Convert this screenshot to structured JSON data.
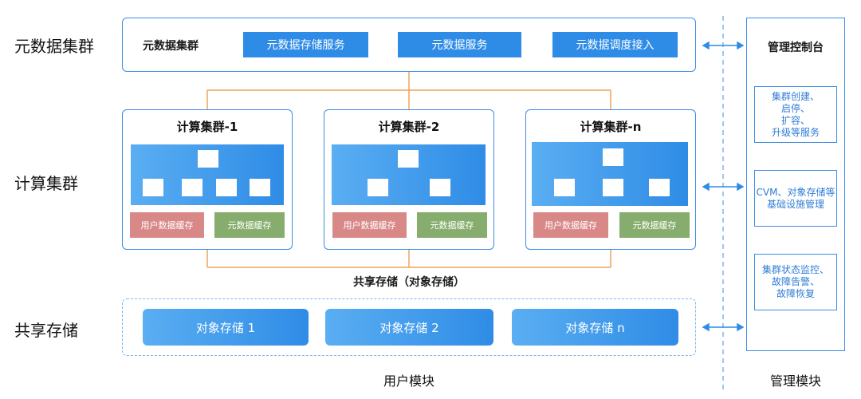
{
  "row_labels": {
    "metadata": "元数据集群",
    "compute": "计算集群",
    "shared": "共享存储"
  },
  "metadata_cluster": {
    "title": "元数据集群",
    "services": [
      "元数据存储服务",
      "元数据服务",
      "元数据调度接入"
    ]
  },
  "compute_clusters": [
    {
      "title": "计算集群-1",
      "user_cache": "用户数据缓存",
      "meta_cache": "元数据缓存"
    },
    {
      "title": "计算集群-2",
      "user_cache": "用户数据缓存",
      "meta_cache": "元数据缓存"
    },
    {
      "title": "计算集群-n",
      "user_cache": "用户数据缓存",
      "meta_cache": "元数据缓存"
    }
  ],
  "shared_storage": {
    "caption": "共享存储（对象存储）",
    "items": [
      "对象存储 1",
      "对象存储 2",
      "对象存储 n"
    ]
  },
  "management": {
    "title": "管理控制台",
    "items": [
      [
        "集群创建、",
        "启停、",
        "扩容、",
        "升级等服务"
      ],
      [
        "CVM、对象存储等",
        "基础设施管理"
      ],
      [
        "集群状态监控、",
        "故障告警、",
        "故障恢复"
      ]
    ]
  },
  "bottom_labels": {
    "user_module": "用户模块",
    "mgmt_module": "管理模块"
  },
  "colors": {
    "blue": "#2f8ce6",
    "outline": "#3b8de3",
    "connector": "#f0a35a",
    "cache_red": "#d98888",
    "cache_green": "#86ad6d"
  }
}
